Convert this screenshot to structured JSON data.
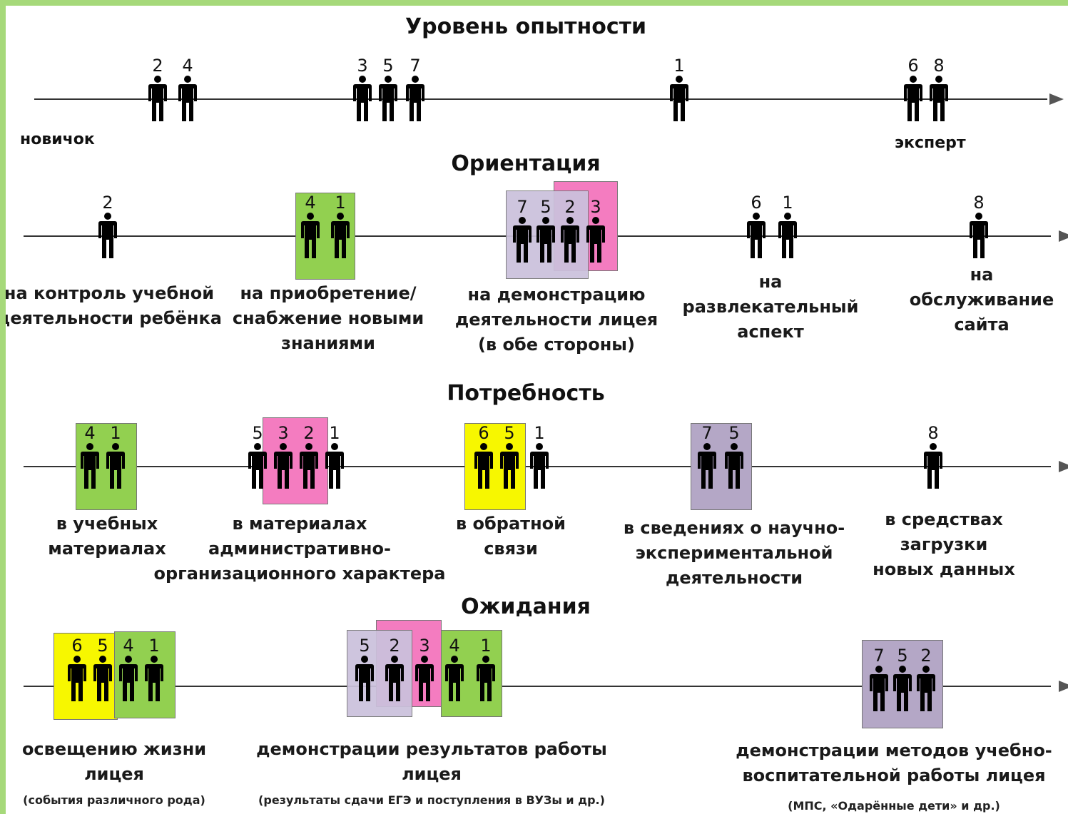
{
  "sections": {
    "experience": {
      "title": "Уровень опытности",
      "start_label": "новичок",
      "end_label": "эксперт",
      "groups": [
        {
          "people": [
            "2",
            "4"
          ]
        },
        {
          "people": [
            "3",
            "5",
            "7"
          ]
        },
        {
          "people": [
            "1"
          ]
        },
        {
          "people": [
            "6",
            "8"
          ]
        }
      ]
    },
    "orientation": {
      "title": "Ориентация",
      "categories": [
        {
          "lines": [
            "на контроль учебной",
            "деятельности ребёнка"
          ],
          "people": [
            "2"
          ]
        },
        {
          "lines": [
            "на приобретение/",
            "снабжение новыми",
            "знаниями"
          ],
          "people": [
            "4",
            "1"
          ]
        },
        {
          "lines": [
            "на демонстрацию",
            "деятельности лицея",
            "(в  обе стороны)"
          ],
          "people": [
            "7",
            "5",
            "2",
            "3"
          ]
        },
        {
          "lines": [
            "на",
            "развлекательный",
            "аспект"
          ],
          "people": [
            "6",
            "1"
          ]
        },
        {
          "lines": [
            "на",
            "обслуживание",
            "сайта"
          ],
          "people": [
            "8"
          ]
        }
      ]
    },
    "need": {
      "title": "Потребность",
      "categories": [
        {
          "lines": [
            "в учебных",
            "материалах"
          ],
          "people": [
            "4",
            "1"
          ]
        },
        {
          "lines": [
            "в материалах",
            "административно-",
            "организационного характера"
          ],
          "people": [
            "5",
            "3",
            "2",
            "1"
          ]
        },
        {
          "lines": [
            "в обратной",
            "связи"
          ],
          "people": [
            "6",
            "5",
            "1"
          ]
        },
        {
          "lines": [
            "в сведениях о научно-",
            "экспериментальной",
            "деятельности"
          ],
          "people": [
            "7",
            "5"
          ]
        },
        {
          "lines": [
            "в средствах",
            "загрузки",
            "новых данных"
          ],
          "people": [
            "8"
          ]
        }
      ]
    },
    "expectations": {
      "title": "Ожидания",
      "categories": [
        {
          "lines": [
            "освещению жизни",
            "лицея"
          ],
          "note": "(события различного рода)",
          "people": [
            "6",
            "5",
            "4",
            "1"
          ]
        },
        {
          "lines": [
            "демонстрации результатов работы",
            "лицея"
          ],
          "note": "(результаты сдачи ЕГЭ и поступления в ВУЗы и др.)",
          "people": [
            "5",
            "2",
            "3",
            "4",
            "1"
          ]
        },
        {
          "lines": [
            "демонстрации методов учебно-",
            "воспитательной работы лицея"
          ],
          "note": "(МПС, «Одарённые дети» и др.)",
          "people": [
            "7",
            "5",
            "2"
          ]
        }
      ]
    }
  },
  "colors": {
    "frame": "#a6d97a",
    "green": "#92d050",
    "pink": "#f47cc0",
    "purple": "#b4a7c6",
    "yellow": "#f7f700"
  }
}
